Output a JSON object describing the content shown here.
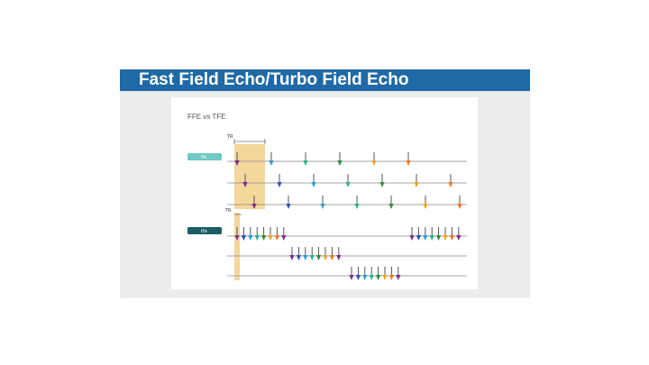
{
  "banner": {
    "title": "Fast Field Echo/Turbo Field Echo"
  },
  "figure": {
    "title": "FFE vs TFE",
    "tr_label": "TR",
    "tr2_label": "TR",
    "ffe_tag": "ffe",
    "tfe_tag": "tfe"
  },
  "colors": {
    "banner": "#1f6aa6",
    "tr_band": "#f2d089",
    "ffe_tag": "#6fc9c3",
    "tfe_tag": "#1b5e63",
    "echo_palette": [
      "#7b2d8e",
      "#2e4fb8",
      "#2b9fd6",
      "#2bb38f",
      "#2f8f3a",
      "#f0a41e",
      "#f07a1e"
    ]
  },
  "icons": {
    "rf_pulse": "down-arrow-pulse-icon"
  }
}
